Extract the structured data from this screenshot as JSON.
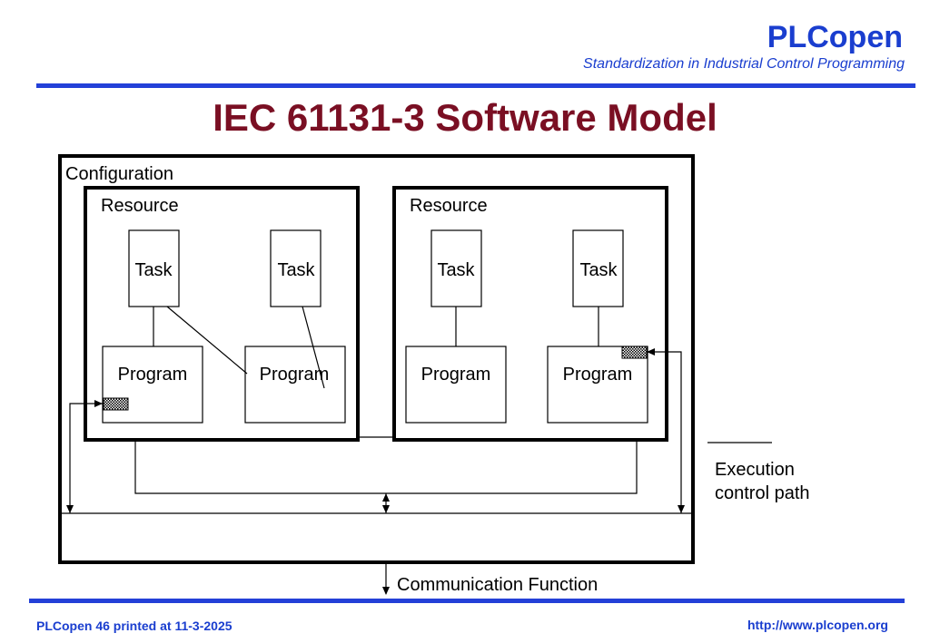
{
  "header": {
    "brand": "PLCopen",
    "tagline": "Standardization in Industrial Control Programming"
  },
  "title": "IEC 61131-3 Software Model",
  "diagram": {
    "configuration_label": "Configuration",
    "resources": [
      {
        "label": "Resource",
        "tasks": [
          "Task",
          "Task"
        ],
        "programs": [
          "Program",
          "Program"
        ]
      },
      {
        "label": "Resource",
        "tasks": [
          "Task",
          "Task"
        ],
        "programs": [
          "Program",
          "Program"
        ]
      }
    ],
    "legend": {
      "line1": "Execution",
      "line2": "control path"
    },
    "communication_label": "Communication Function"
  },
  "footer": {
    "left": "PLCopen  46  printed at 11-3-2025",
    "right": "http://www.plcopen.org"
  },
  "colors": {
    "brand_blue": "#1a3ecf",
    "rule_blue": "#2340d8",
    "title_red": "#7a0f23"
  }
}
